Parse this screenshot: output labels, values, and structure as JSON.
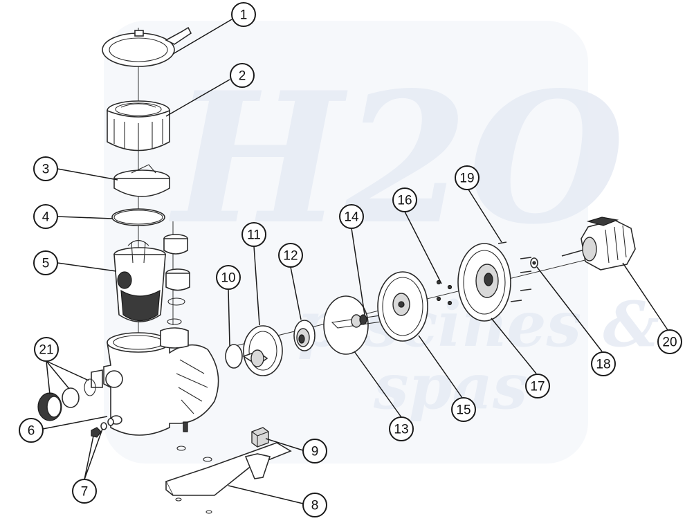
{
  "diagram": {
    "watermark": {
      "logo_text": "H2O",
      "script_text_1": "piscines &",
      "script_text_2": "spas"
    },
    "colors": {
      "line": "#1a1a1a",
      "watermark": "#e7ecf5",
      "background": "#ffffff"
    },
    "callouts": [
      {
        "id": "1",
        "label": "1"
      },
      {
        "id": "2",
        "label": "2"
      },
      {
        "id": "3",
        "label": "3"
      },
      {
        "id": "4",
        "label": "4"
      },
      {
        "id": "5",
        "label": "5"
      },
      {
        "id": "6",
        "label": "6"
      },
      {
        "id": "7",
        "label": "7"
      },
      {
        "id": "8",
        "label": "8"
      },
      {
        "id": "9",
        "label": "9"
      },
      {
        "id": "10",
        "label": "10"
      },
      {
        "id": "11",
        "label": "11"
      },
      {
        "id": "12",
        "label": "12"
      },
      {
        "id": "13",
        "label": "13"
      },
      {
        "id": "14",
        "label": "14"
      },
      {
        "id": "15",
        "label": "15"
      },
      {
        "id": "16",
        "label": "16"
      },
      {
        "id": "17",
        "label": "17"
      },
      {
        "id": "18",
        "label": "18"
      },
      {
        "id": "19",
        "label": "19"
      },
      {
        "id": "20",
        "label": "20"
      },
      {
        "id": "21",
        "label": "21"
      }
    ]
  }
}
